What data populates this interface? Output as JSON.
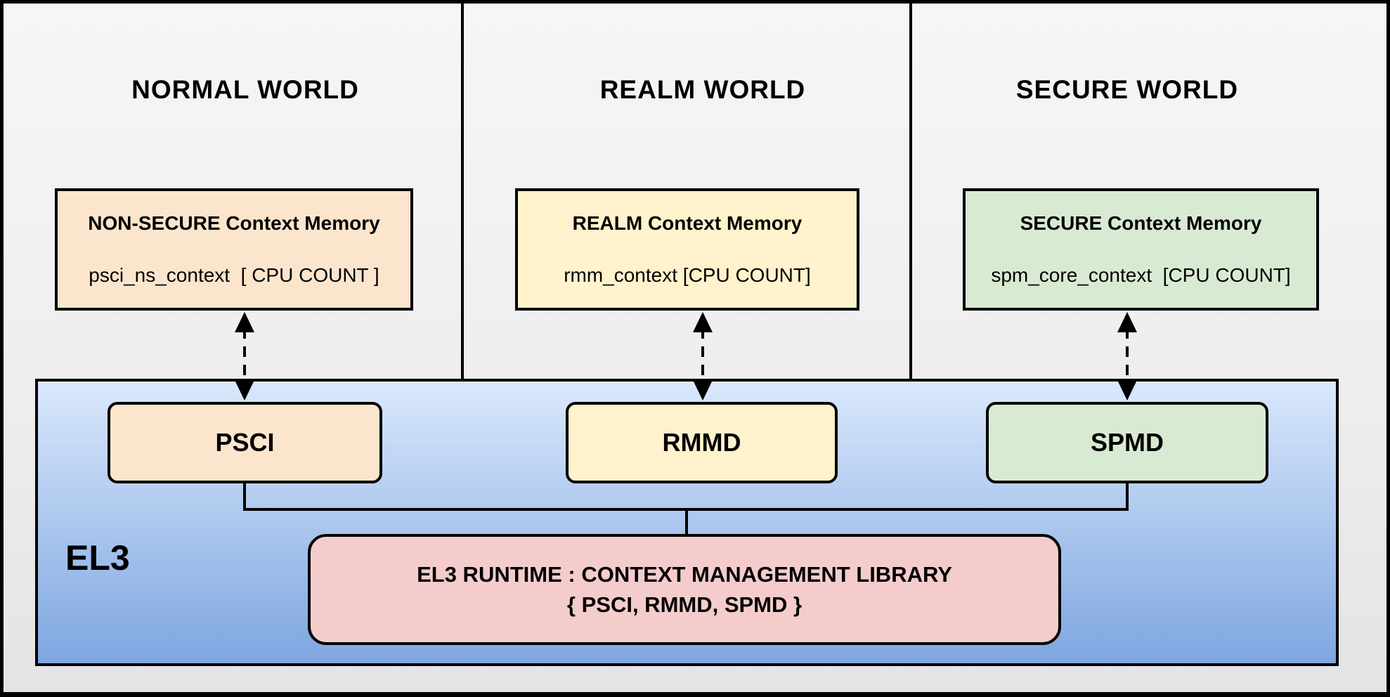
{
  "diagram": {
    "worlds": [
      {
        "title": "NORMAL WORLD",
        "context_box": {
          "title": "NON-SECURE Context Memory",
          "detail": "psci_ns_context  [ CPU COUNT ]"
        },
        "module": {
          "label": "PSCI"
        }
      },
      {
        "title": "REALM WORLD",
        "context_box": {
          "title": "REALM Context Memory",
          "detail": "rmm_context [CPU COUNT]"
        },
        "module": {
          "label": "RMMD"
        }
      },
      {
        "title": "SECURE WORLD",
        "context_box": {
          "title": "SECURE Context Memory",
          "detail": "spm_core_context  [CPU COUNT]"
        },
        "module": {
          "label": "SPMD"
        }
      }
    ],
    "el3": {
      "label": "EL3",
      "runtime_box": {
        "line1": "EL3 RUNTIME : CONTEXT MANAGEMENT LIBRARY",
        "line2": "{ PSCI, RMMD, SPMD }"
      }
    },
    "colors": {
      "normal_fill": "#fce5cd",
      "realm_fill": "#fff2cc",
      "secure_fill": "#d9ead3",
      "runtime_fill": "#f4cccc",
      "el3_gradient_top": "#dae8fc",
      "el3_gradient_bottom": "#7ea6e0",
      "canvas_background": "#eeeeee",
      "line_color": "#000000"
    }
  }
}
